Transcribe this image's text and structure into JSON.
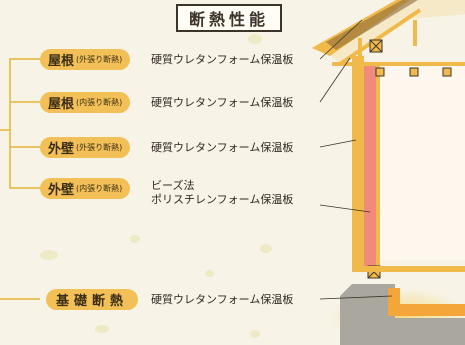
{
  "title": "断熱性能",
  "rows": [
    {
      "part": "屋根",
      "method": "(外張り断熱)",
      "material": "硬質ウレタンフォーム保温板"
    },
    {
      "part": "屋根",
      "method": "(内張り断熱)",
      "material": "硬質ウレタンフォーム保温板"
    },
    {
      "part": "外壁",
      "method": "(外張り断熱)",
      "material": "硬質ウレタンフォーム保温板"
    },
    {
      "part": "外壁",
      "method": "(内張り断熱)",
      "material_line1": "ビーズ法",
      "material_line2": "ポリスチレンフォーム保温板"
    },
    {
      "part": "基礎断熱",
      "method": "",
      "material": "硬質ウレタンフォーム保温板"
    }
  ],
  "colors": {
    "tag": "#f2c057",
    "bracket": "#e6b437",
    "wood": "#f0b94a",
    "insulation": "#f08b7c",
    "foundation": "#a9a79e"
  }
}
